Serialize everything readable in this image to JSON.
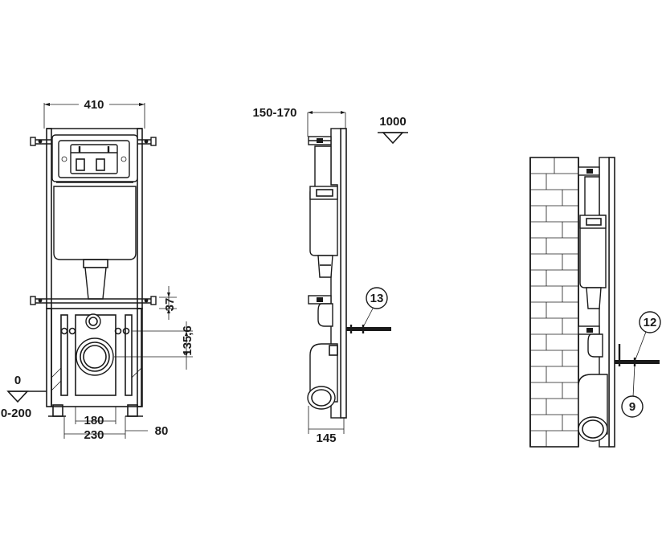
{
  "front_view": {
    "width_label": "410",
    "height_37_label": "37",
    "height_1356_label": "135,6",
    "spacing_180_label": "180",
    "spacing_230_label": "230",
    "leg_80_label": "80",
    "floor_level_label": "0",
    "floor_range_label": "0-200"
  },
  "side_view": {
    "depth_range_label": "150-170",
    "level_label": "1000",
    "base_depth_label": "145",
    "callout_13": "13"
  },
  "wall_view": {
    "callout_12": "12",
    "callout_9": "9"
  }
}
